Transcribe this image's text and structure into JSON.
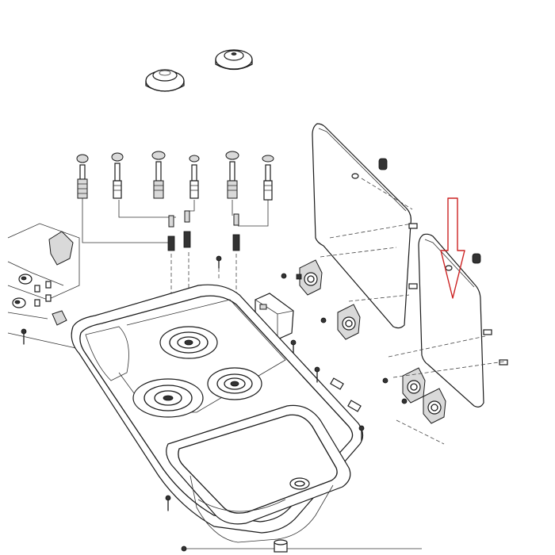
{
  "diagram": {
    "type": "exploded-parts-view",
    "parts": [
      "burner-cap-left",
      "burner-cap-right",
      "burner-knob-spindles",
      "gas-taps",
      "glass-lid-rear",
      "glass-lid-front",
      "lid-hinges",
      "hob-sink-tray",
      "burner-ring-rear",
      "burner-ring-front-left",
      "burner-ring-front-right",
      "sink-basin",
      "ignition-block",
      "side-connector"
    ],
    "annotation": {
      "kind": "arrow",
      "color": "#cc2222",
      "direction": "down",
      "target": "glass-lid-front"
    }
  }
}
